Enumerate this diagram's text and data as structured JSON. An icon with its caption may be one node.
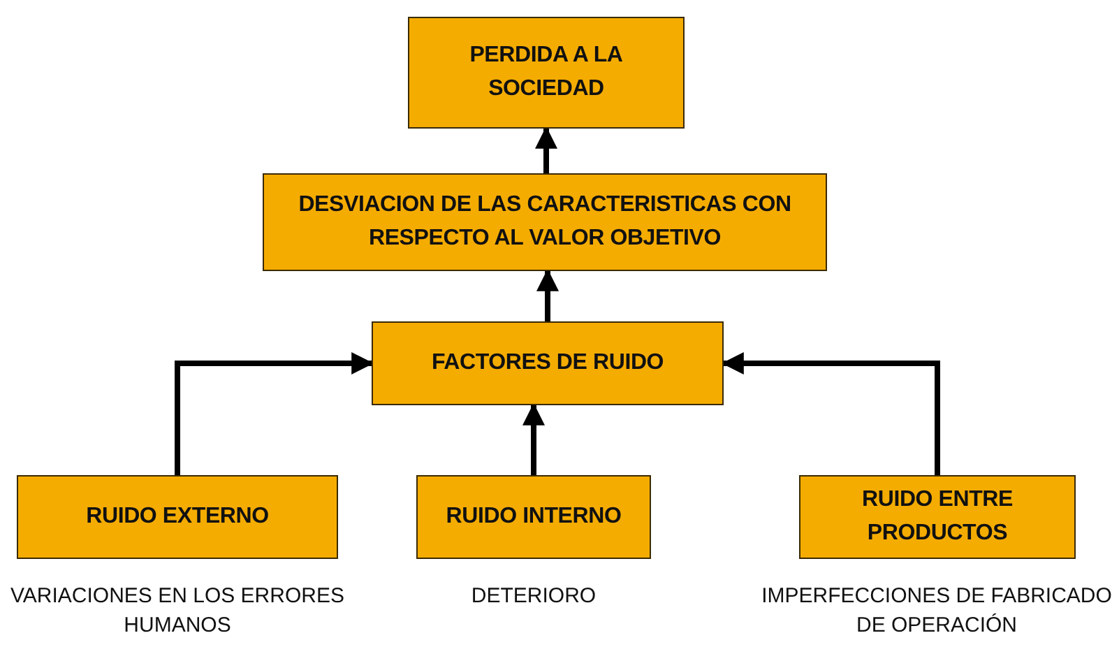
{
  "diagram": {
    "nodes": [
      {
        "text": [
          "PERDIDA A LA SOCIEDAD"
        ]
      },
      {
        "text": [
          "DESVIACION DE LAS CARACTERISTICAS CON RESPECTO AL VALOR OBJETIVO"
        ]
      },
      {
        "text": [
          "FACTORES DE RUIDO"
        ]
      },
      {
        "text": [
          "RUIDO EXTERNO"
        ],
        "beside": [
          "VARIACIONES EN LOS ERRORES HUMANOS"
        ]
      },
      {
        "text": [
          "RUIDO INTERNO"
        ],
        "beside": [
          "DETERIORO"
        ]
      },
      {
        "text": [
          "RUIDO ENTRE PRODUCTOS"
        ],
        "beside": [
          "IMPERFECCIONES DE FABRICADO DE OPERACIÓN"
        ]
      }
    ],
    "edges": [
      {
        "from": 1,
        "to": 0,
        "arrow": "to"
      },
      {
        "from": 2,
        "to": 1,
        "arrow": "to"
      },
      {
        "from": 3,
        "to": 2,
        "arrow": "to"
      },
      {
        "from": 4,
        "to": 2,
        "arrow": "to"
      },
      {
        "from": 5,
        "to": 2,
        "arrow": "to"
      }
    ]
  }
}
